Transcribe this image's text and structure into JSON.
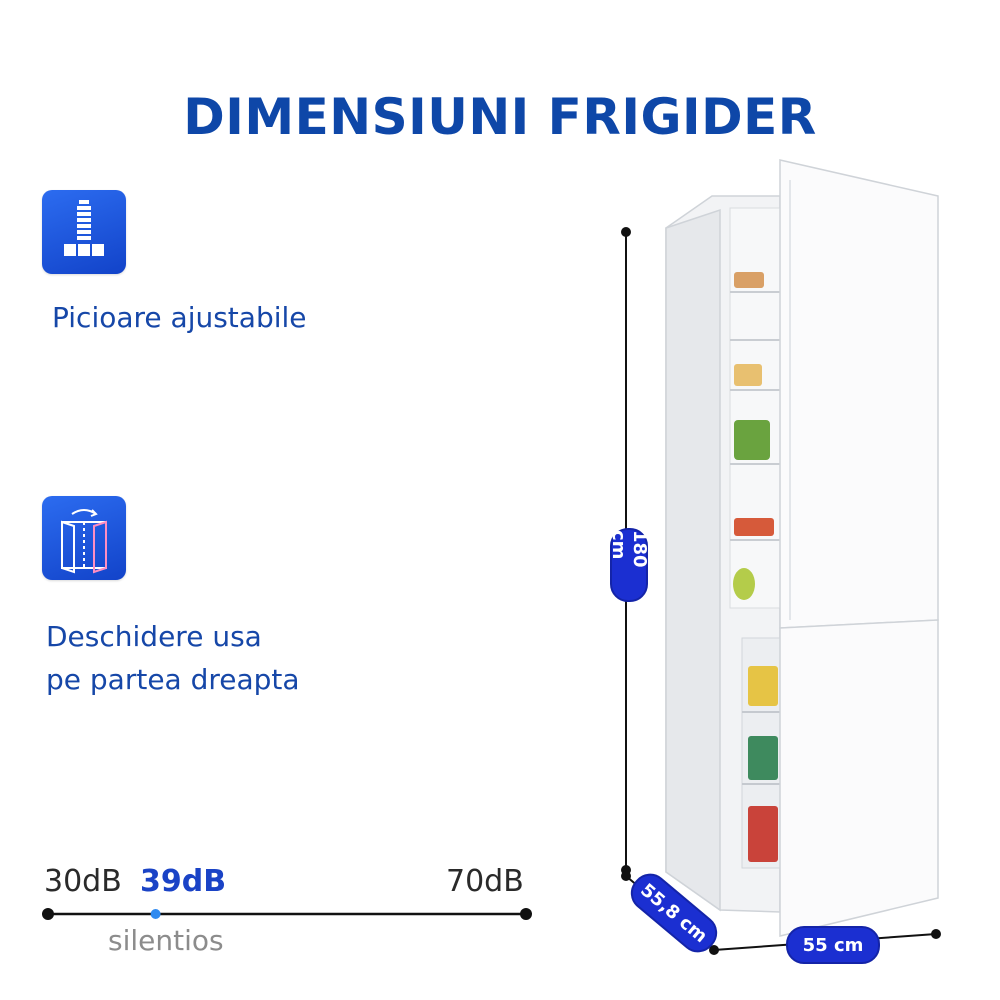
{
  "title": "DIMENSIUNI FRIGIDER",
  "features": [
    {
      "icon": "adjustable-feet-icon",
      "label": "Picioare ajustabile"
    },
    {
      "icon": "door-reversible-icon",
      "label_line1": "Deschidere usa",
      "label_line2": "pe partea dreapta"
    }
  ],
  "noise": {
    "min_label": "30dB",
    "value_label": "39dB",
    "max_label": "70dB",
    "value_db": 39,
    "min_db": 30,
    "max_db": 70,
    "descriptor": "silentios"
  },
  "dimensions": {
    "height": "180 cm",
    "depth": "55,8 cm",
    "width": "55 cm"
  },
  "colors": {
    "brand_blue": "#0e47a8",
    "pill_blue": "#1b2fd1",
    "icon_gradient_top": "#2c6cf0",
    "icon_gradient_bottom": "#1243c9"
  }
}
